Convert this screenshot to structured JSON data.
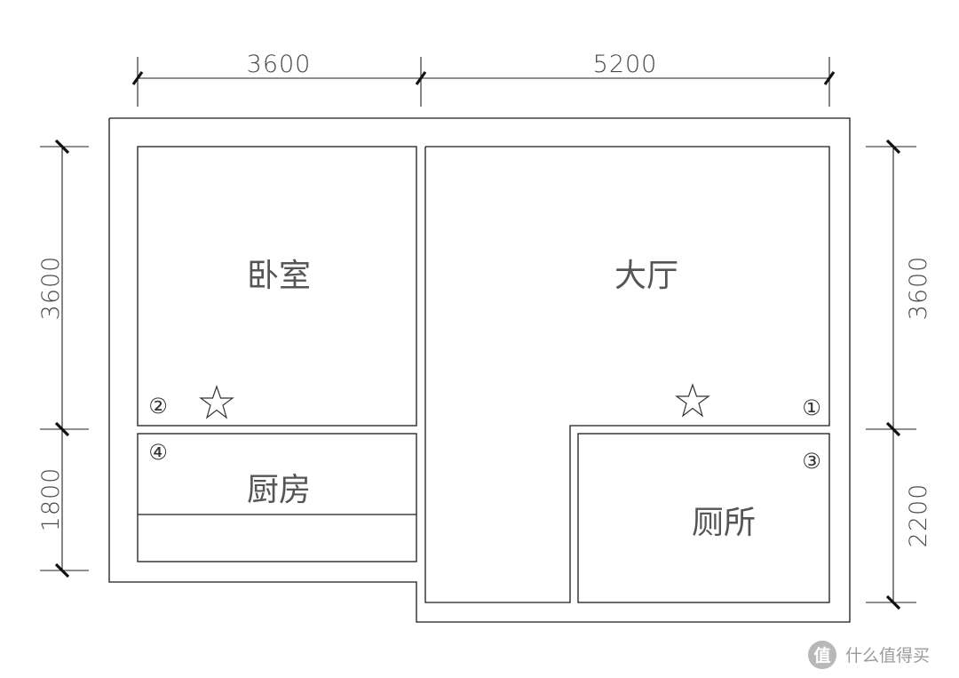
{
  "dimensions": {
    "top_left": "3600",
    "top_right": "5200",
    "left_upper": "3600",
    "left_lower": "1800",
    "right_upper": "3600",
    "right_lower": "2200"
  },
  "rooms": {
    "bedroom": "卧室",
    "living_room": "大厅",
    "kitchen": "厨房",
    "toilet": "厕所"
  },
  "markers": {
    "m1": "①",
    "m2": "②",
    "m3": "③",
    "m4": "④",
    "star": "☆"
  },
  "watermark": "什么值得买"
}
